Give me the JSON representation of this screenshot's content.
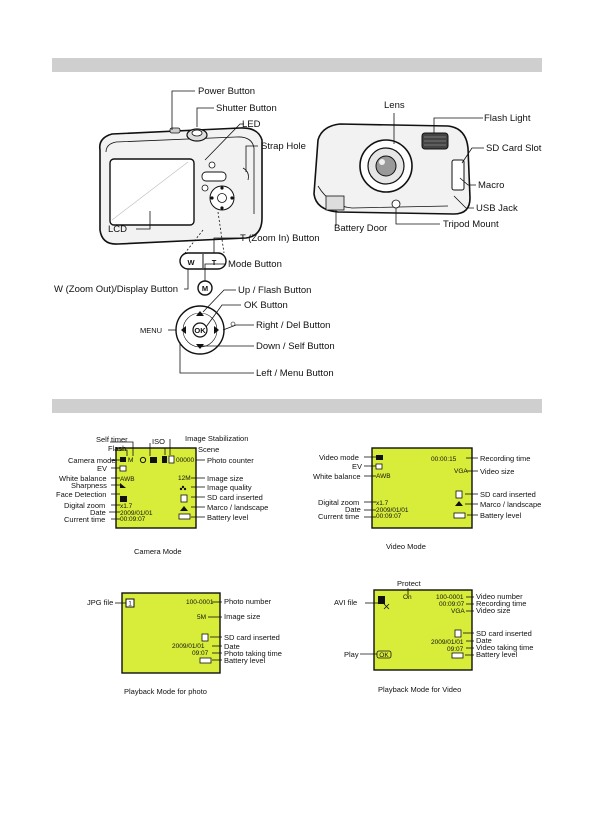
{
  "figure1": {
    "labels": {
      "power_button": "Power Button",
      "shutter_button": "Shutter Button",
      "led": "LED",
      "strap_hole": "Strap Hole",
      "lcd": "LCD",
      "t_zoom_in": "T (Zoom In) Button",
      "mode_button": "Mode Button",
      "w_zoom_out": "W (Zoom Out)/Display Button",
      "up_flash": "Up / Flash Button",
      "ok_button": "OK  Button",
      "menu": "MENU",
      "right_del": "Right / Del Button",
      "down_self": "Down / Self Button",
      "left_menu": "Left / Menu Button",
      "lens": "Lens",
      "flash_light": "Flash Light",
      "sd_card_slot": "SD Card Slot",
      "macro": "Macro",
      "usb_jack": "USB Jack",
      "battery_door": "Battery Door",
      "tripod_mount": "Tripod Mount"
    },
    "glyphs": {
      "w": "W",
      "t": "T",
      "m": "M",
      "ok": "OK"
    }
  },
  "camera_mode": {
    "caption": "Camera Mode",
    "labels": {
      "self_timer": "Self timer",
      "flash": "Flash",
      "iso": "ISO",
      "image_stabilization": "Image Stabilization",
      "scene": "Scene",
      "camera_mode": "Camera mode",
      "photo_counter": "Photo counter",
      "ev": "EV",
      "white_balance": "White balance",
      "sharpness": "Sharpness",
      "image_size": "Image size",
      "image_quality": "Image quality",
      "face_detection": "Face Detection",
      "digital_zoom": "Digital zoom",
      "sd_card_inserted": "SD card inserted",
      "marco_landscape": "Marco / landscape",
      "date": "Date",
      "current_time": "Current time",
      "battery_level": "Battery level"
    },
    "screen": {
      "counter": "00000",
      "size": "12M",
      "zoom": "x1.7",
      "date": "2009/01/01",
      "time": "00:09:07"
    }
  },
  "video_mode": {
    "caption": "Video Mode",
    "labels": {
      "video_mode": "Video mode",
      "recording_time": "Recording time",
      "ev": "EV",
      "video_size": "Video size",
      "white_balance": "White balance",
      "digital_zoom": "Digital zoom",
      "sd_card_inserted": "SD card inserted",
      "date": "Date",
      "marco_landscape": "Marco / landscape",
      "current_time": "Current time",
      "battery_level": "Battery level"
    },
    "screen": {
      "rec_time": "00:00:15",
      "size": "VGA",
      "zoom": "x1.7",
      "date": "2009/01/01",
      "time": "00:09:07"
    }
  },
  "playback_photo": {
    "caption": "Playback Mode for photo",
    "labels": {
      "jpg_file": "JPG file",
      "photo_number": "Photo number",
      "image_size": "Image size",
      "sd_card_inserted": "SD card inserted",
      "date": "Date",
      "photo_taking_time": "Photo taking time",
      "battery_level": "Battery level"
    },
    "screen": {
      "number": "100-0001",
      "size": "5M",
      "date": "2009/01/01",
      "time": "09:07"
    }
  },
  "playback_video": {
    "caption": "Playback Mode for Video",
    "labels": {
      "protect": "Protect",
      "avi_file": "AVI file",
      "video_number": "Video number",
      "recording_time": "Recording time",
      "video_size": "Video size",
      "sd_card_inserted": "SD card inserted",
      "date": "Date",
      "video_taking_time": "Video taking time",
      "battery_level": "Battery level",
      "play": "Play"
    },
    "screen": {
      "number": "100-0001",
      "rec_time": "00:09:07",
      "size": "VGA",
      "date": "2009/01/01",
      "time": "09:07",
      "play_icon": "OK"
    }
  }
}
